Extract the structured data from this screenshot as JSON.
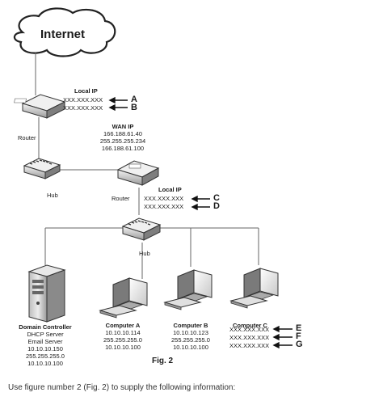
{
  "internet": "Internet",
  "router1": {
    "label": "Router",
    "local_ip_title": "Local IP",
    "ips": [
      "XXX.XXX.XXX",
      "XXX.XXX.XXX"
    ],
    "arrows": [
      "A",
      "B"
    ]
  },
  "wan": {
    "title": "WAN IP",
    "lines": [
      "166.188.61.40",
      "255.255.255.234",
      "166.188.61.100"
    ]
  },
  "hub1": "Hub",
  "router2": {
    "label": "Router",
    "local_ip_title": "Local IP",
    "ips": [
      "XXX.XXX.XXX",
      "XXX.XXX.XXX"
    ],
    "arrows": [
      "C",
      "D"
    ]
  },
  "hub2": "Hub",
  "domain_controller": {
    "title": "Domain Controller",
    "lines": [
      "DHCP Server",
      "Email Server",
      "10.10.10.150",
      "255.255.255.0",
      "10.10.10.100"
    ]
  },
  "computer_a": {
    "title": "Computer A",
    "lines": [
      "10.10.10.114",
      "255.255.255.0",
      "10.10.10.100"
    ]
  },
  "computer_b": {
    "title": "Computer B",
    "lines": [
      "10.10.10.123",
      "255.255.255.0",
      "10.10.10.100"
    ]
  },
  "computer_c": {
    "title": "Computer C",
    "ips": [
      "XXX.XXX.XXX",
      "XXX.XXX.XXX",
      "XXX.XXX.XXX"
    ],
    "arrows": [
      "E",
      "F",
      "G"
    ]
  },
  "figure_label": "Fig. 2",
  "caption": "Use figure number 2 (Fig. 2) to supply the following information:"
}
